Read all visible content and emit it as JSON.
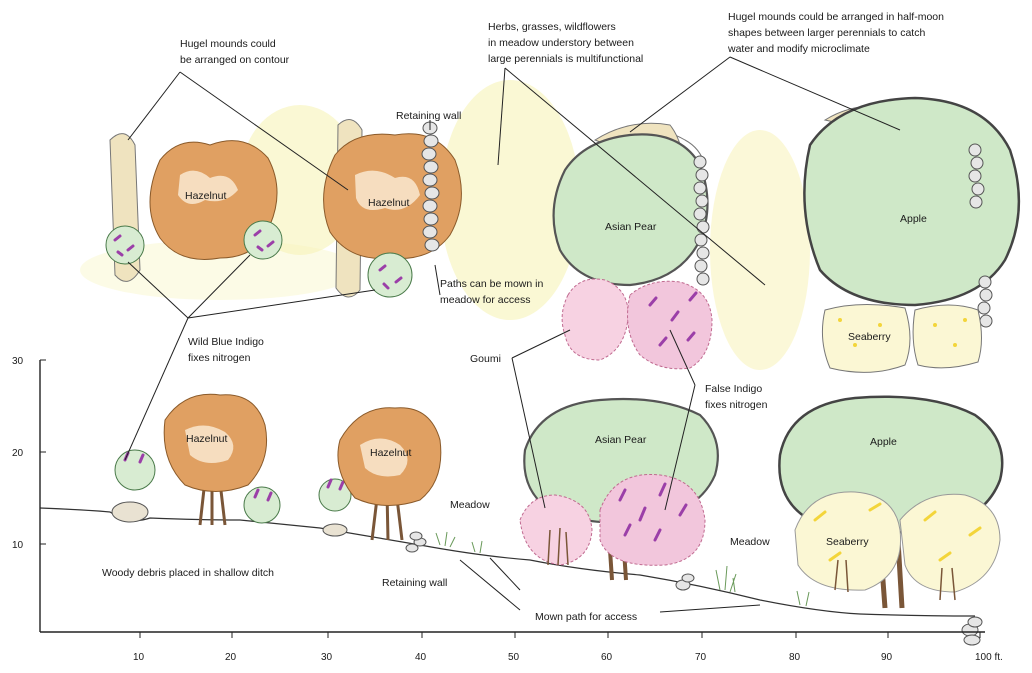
{
  "annotations": {
    "hugel_contour": [
      "Hugel mounds could",
      "be arranged on contour"
    ],
    "herbs_meadow": [
      "Herbs, grasses, wildflowers",
      "in meadow understory between",
      "large perennials is multifunctional"
    ],
    "hugel_halfmoon": [
      "Hugel mounds could be arranged in half-moon",
      "shapes between larger perennials to catch",
      "water and modify microclimate"
    ],
    "retaining_wall_top": "Retaining wall",
    "paths_mown": [
      "Paths can be mown in",
      "meadow for access"
    ],
    "wild_blue_indigo": [
      "Wild Blue Indigo",
      "fixes nitrogen"
    ],
    "goumi": "Goumi",
    "false_indigo": [
      "False Indigo",
      "fixes nitrogen"
    ],
    "meadow_left": "Meadow",
    "meadow_right": "Meadow",
    "woody_debris": "Woody debris placed in shallow ditch",
    "retaining_wall_bottom": "Retaining wall",
    "mown_path": "Mown path for access"
  },
  "plants_plan": {
    "hazelnut_1": "Hazelnut",
    "hazelnut_2": "Hazelnut",
    "asian_pear": "Asian Pear",
    "apple": "Apple",
    "seaberry": "Seaberry"
  },
  "plants_section": {
    "hazelnut_1": "Hazelnut",
    "hazelnut_2": "Hazelnut",
    "asian_pear": "Asian Pear",
    "apple": "Apple",
    "seaberry": "Seaberry"
  },
  "axis": {
    "y_ticks": [
      "30",
      "20",
      "10"
    ],
    "x_ticks": [
      "10",
      "20",
      "30",
      "40",
      "50",
      "60",
      "70",
      "80",
      "90",
      "100 ft."
    ]
  },
  "colors": {
    "hazelnut": "#e0a062",
    "pear_apple": "#cfe8c8",
    "tree_outline": "#555555",
    "indigo_purple": "#9b3fa8",
    "false_indigo_pink": "#f2c6dc",
    "seaberry_yellow": "#f3e66a",
    "hugel_mound": "#efe3bf",
    "meadow_wash": "#f7f3b8",
    "trunk": "#7a5638"
  }
}
